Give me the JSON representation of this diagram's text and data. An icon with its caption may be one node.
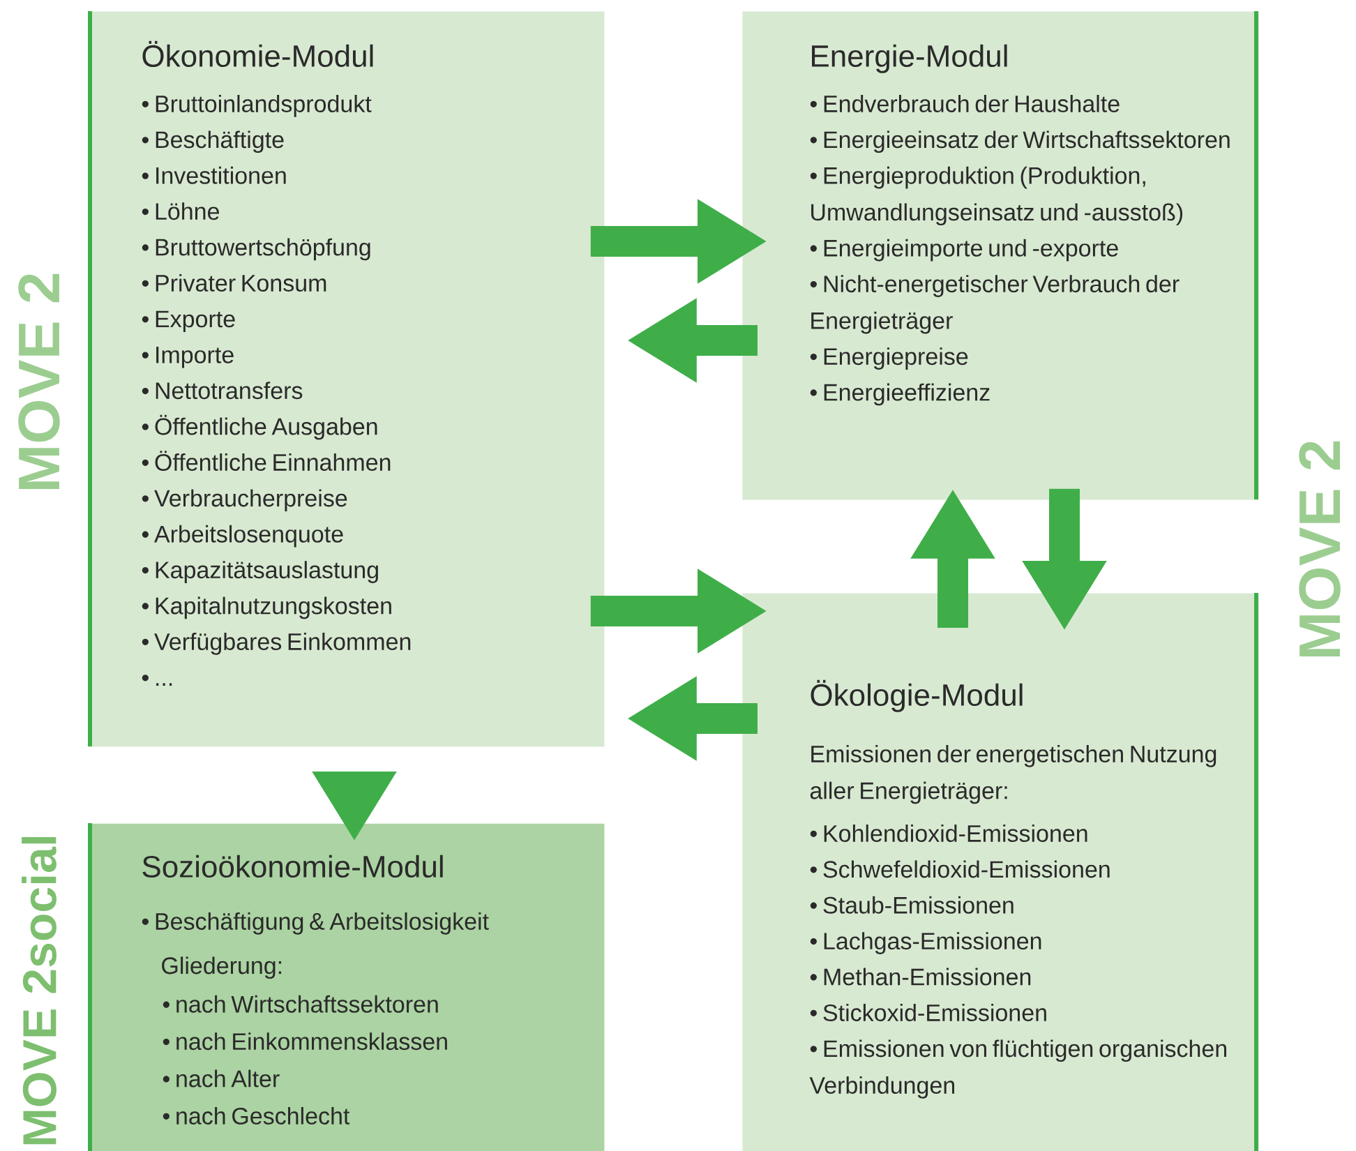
{
  "diagram": {
    "nodes": [
      {
        "text": [
          "Ökonomie-Modul",
          "• Bruttoinlandsprodukt",
          "• Beschäftigte",
          "• Investitionen",
          "• Löhne",
          "• Bruttowertschöpfung",
          "• Privater Konsum",
          "• Exporte",
          "• Importe",
          "• Nettotransfers",
          "• Öffentliche Ausgaben",
          "• Öffentliche Einnahmen",
          "• Verbraucherpreise",
          "• Arbeitslosenquote",
          "• Kapazitätsauslastung",
          "• Kapitalnutzungskosten",
          "• Verfügbares Einkommen",
          "• ..."
        ]
      },
      {
        "text": [
          "Energie-Modul",
          "• Endverbrauch der Haushalte",
          "• Energieeinsatz der Wirtschaftssektoren",
          "• Energieproduktion (Produktion, Umwandlungseinsatz und -ausstoß)",
          "• Energieimporte und -exporte",
          "• Nicht-energetischer Verbrauch der Energieträger",
          "• Energiepreise",
          "• Energieeffizienz"
        ]
      },
      {
        "text": [
          "Ökologie-Modul",
          "Emissionen der energetischen Nutzung aller Energieträger:",
          "• Kohlendioxid-Emissionen",
          "• Schwefeldioxid-Emissionen",
          "• Staub-Emissionen",
          "• Lachgas-Emissionen",
          "• Methan-Emissionen",
          "• Stickoxid-Emissionen",
          "• Emissionen von flüchtigen organischen Verbindungen"
        ]
      },
      {
        "text": [
          "Sozioökonomie-Modul",
          "• Beschäftigung & Arbeitslosigkeit",
          "Gliederung:",
          "• nach Wirtschaftssektoren",
          "• nach Einkommensklassen",
          "• nach Alter",
          "• nach Geschlecht"
        ]
      }
    ],
    "edges": [
      {
        "from": 0,
        "to": 1,
        "arrow": "to"
      },
      {
        "from": 1,
        "to": 0,
        "arrow": "to"
      },
      {
        "from": 0,
        "to": 2,
        "arrow": "to"
      },
      {
        "from": 2,
        "to": 0,
        "arrow": "to"
      },
      {
        "from": 2,
        "to": 1,
        "arrow": "to"
      },
      {
        "from": 1,
        "to": 2,
        "arrow": "to"
      },
      {
        "from": 0,
        "to": 3,
        "arrow": "to"
      }
    ],
    "labels": [
      "MOVE 2",
      "MOVE 2",
      "MOVE 2social"
    ]
  }
}
